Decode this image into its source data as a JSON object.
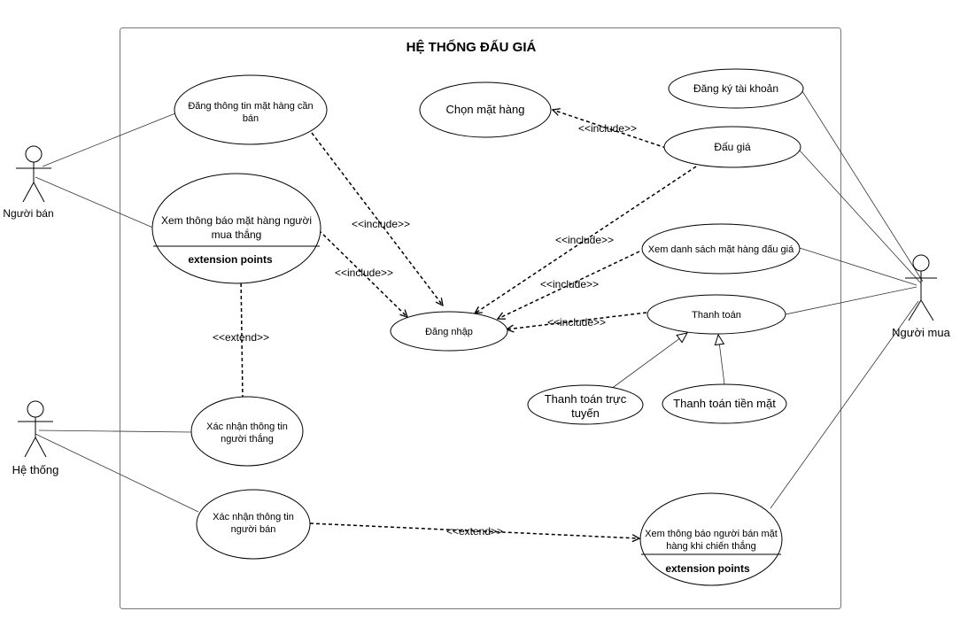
{
  "system": {
    "title": "HỆ THỐNG ĐẤU GIÁ"
  },
  "actors": {
    "seller": "Người bán",
    "system": "Hệ thống",
    "buyer": "Người mua"
  },
  "use_cases": {
    "post_item": [
      "Đăng thông tin mặt hàng cần",
      "bán"
    ],
    "view_winner_notice": [
      "Xem thông báo mặt hàng người",
      "mua thắng"
    ],
    "view_winner_notice_ext": "extension points",
    "confirm_winner": [
      "Xác nhận thông tin",
      "người thắng"
    ],
    "confirm_seller": [
      "Xác nhận thông tin",
      "người bán"
    ],
    "choose_item": "Chọn mặt hàng",
    "bid": "Đấu giá",
    "login": "Đăng nhập",
    "register": "Đăng ký tài khoản",
    "view_auction_list": "Xem danh sách mặt hàng đấu giá",
    "payment": "Thanh toán",
    "online_payment": [
      "Thanh toán trực",
      "tuyến"
    ],
    "cash_payment": "Thanh toán tiền mặt",
    "view_seller_notice": [
      "Xem thông báo người bán mặt",
      "hàng khi chiến thắng"
    ],
    "view_seller_notice_ext": "extension points"
  },
  "relations": {
    "include": "<<include>>",
    "extend": "<<extend>>"
  }
}
